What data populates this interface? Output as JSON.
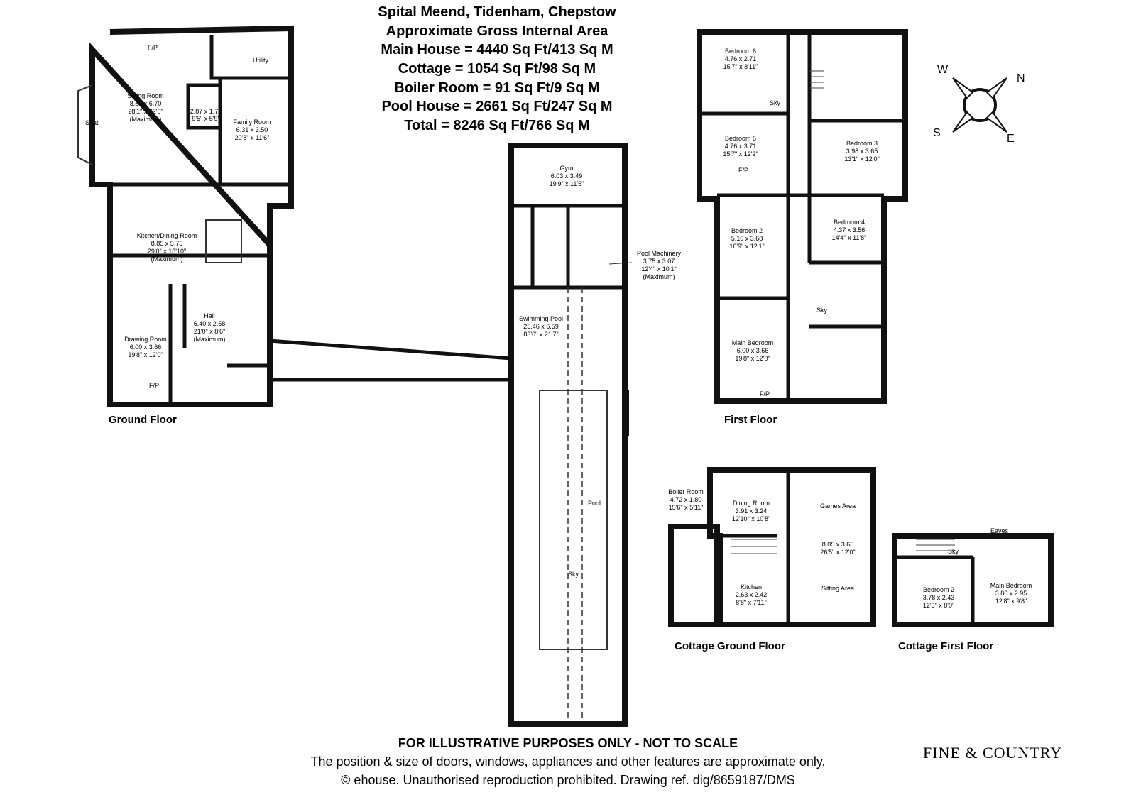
{
  "header": {
    "title": "Spital Meend, Tidenham, Chepstow",
    "subtitle": "Approximate Gross Internal Area",
    "areas": [
      "Main House = 4440 Sq Ft/413 Sq M",
      "Cottage = 1054 Sq Ft/98 Sq M",
      "Boiler Room = 91 Sq Ft/9 Sq M",
      "Pool House = 2661 Sq Ft/247 Sq M",
      "Total = 8246 Sq Ft/766 Sq M"
    ]
  },
  "floors": {
    "ground": "Ground Floor",
    "first": "First Floor",
    "cottage_ground": "Cottage Ground Floor",
    "cottage_first": "Cottage First Floor"
  },
  "ground_rooms": {
    "fp_top": "F/P",
    "utility": "Utility",
    "sitting": [
      "Sitting Room",
      "8.56 x 6.70",
      "28'1\" x 22'0\"",
      "(Maximum)"
    ],
    "seat": "Seat",
    "store": [
      "2.87 x 1.76",
      "9'5\" x 5'9\""
    ],
    "family": [
      "Family Room",
      "6.31 x 3.50",
      "20'8\" x 11'6\""
    ],
    "kitchen": [
      "Kitchen/Dining Room",
      "8.85 x 5.75",
      "29'0\" x 18'10\"",
      "(Maximum)"
    ],
    "hall": [
      "Hall",
      "6.40 x 2.58",
      "21'0\" x 8'6\"",
      "(Maximum)"
    ],
    "drawing": [
      "Drawing Room",
      "6.00 x 3.66",
      "19'8\" x 12'0\""
    ],
    "fp_bottom": "F/P"
  },
  "pool_rooms": {
    "gym": [
      "Gym",
      "6.03 x 3.49",
      "19'9\" x 11'5\""
    ],
    "machinery": [
      "Pool Machinery",
      "3.75 x 3.07",
      "12'4\" x 10'1\"",
      "(Maximum)"
    ],
    "pool": [
      "Swimming Pool",
      "25.46 x 6.59",
      "83'6\" x 21'7\""
    ],
    "pool_label": "Pool",
    "sky": "Sky"
  },
  "first_rooms": {
    "bed6": [
      "Bedroom 6",
      "4.76 x 2.71",
      "15'7\" x 8'11\""
    ],
    "bed5": [
      "Bedroom 5",
      "4.76 x 3.71",
      "15'7\" x 12'2\""
    ],
    "bed3": [
      "Bedroom 3",
      "3.98 x 3.65",
      "13'1\" x 12'0\""
    ],
    "bed2": [
      "Bedroom 2",
      "5.10 x 3.68",
      "16'9\" x 12'1\""
    ],
    "bed4": [
      "Bedroom 4",
      "4.37 x 3.56",
      "14'4\" x 11'8\""
    ],
    "main": [
      "Main Bedroom",
      "6.00 x 3.66",
      "19'8\" x 12'0\""
    ],
    "fp1": "F/P",
    "fp2": "F/P",
    "sky1": "Sky",
    "sky2": "Sky"
  },
  "cottage_ground_rooms": {
    "boiler": [
      "Boiler Room",
      "4.72 x 1.80",
      "15'6\" x 5'11\""
    ],
    "dining": [
      "Dining Room",
      "3.91 x 3.24",
      "12'10\" x 10'8\""
    ],
    "games": "Games Area",
    "games_size": [
      "8.05 x 3.65",
      "26'5\" x 12'0\""
    ],
    "kitchen": [
      "Kitchen",
      "2.63 x 2.42",
      "8'8\" x 7'11\""
    ],
    "sitting": "Sitting Area"
  },
  "cottage_first_rooms": {
    "eaves": "Eaves",
    "sky": "Sky",
    "bed2": [
      "Bedroom 2",
      "3.78 x 2.43",
      "12'5\" x 8'0\""
    ],
    "main": [
      "Main Bedroom",
      "3.86 x 2.95",
      "12'8\" x 9'8\""
    ]
  },
  "compass": {
    "w": "W",
    "n": "N",
    "s": "S",
    "e": "E"
  },
  "footer": {
    "disclaimer": "FOR ILLUSTRATIVE PURPOSES ONLY - NOT TO SCALE",
    "note": "The position & size of doors, windows, appliances and other features are approximate only.",
    "copyright": "© ehouse. Unauthorised reproduction prohibited. Drawing ref. dig/8659187/DMS",
    "logo": "FINE & COUNTRY"
  },
  "colors": {
    "wall": "#111111",
    "line": "#333333"
  }
}
